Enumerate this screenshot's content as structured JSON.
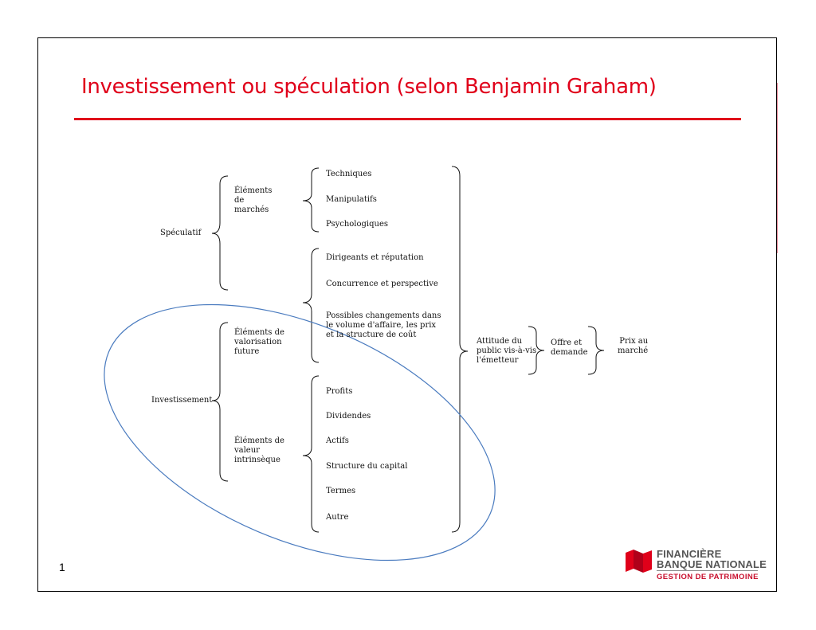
{
  "slide": {
    "title": "Investissement ou spéculation (selon Benjamin Graham)",
    "page_number": "1",
    "colors": {
      "title": "#e0001a",
      "ellipse": "#4a7bbf",
      "brand_red": "#c8102e"
    }
  },
  "diagram": {
    "speculatif": {
      "label": "Spéculatif",
      "elements_marche": {
        "label": "Éléments\nde\nmarchés",
        "items": [
          "Techniques",
          "Manipulatifs",
          "Psychologiques"
        ]
      }
    },
    "valorisation_factors": [
      "Dirigeants et réputation",
      "Concurrence et perspective",
      "Possibles changements dans\nle volume d'affaire, les prix\net la structure de coût"
    ],
    "investissement": {
      "label": "Investissement",
      "valorisation": {
        "label": "Éléments de\nvalorisation\nfuture"
      },
      "valeur": {
        "label": "Éléments de\nvaleur\nintrinsèque",
        "items": [
          "Profits",
          "Dividendes",
          "Actifs",
          "Structure du capital",
          "Termes",
          "Autre"
        ]
      }
    },
    "attitude": "Attitude du\npublic vis-à-vis\nl'émetteur",
    "offre": "Offre et\ndemande",
    "prix": "Prix au\nmarché"
  },
  "logo": {
    "name_line1": "FINANCIÈRE",
    "name_line2": "BANQUE NATIONALE",
    "sub": "GESTION DE PATRIMOINE"
  }
}
